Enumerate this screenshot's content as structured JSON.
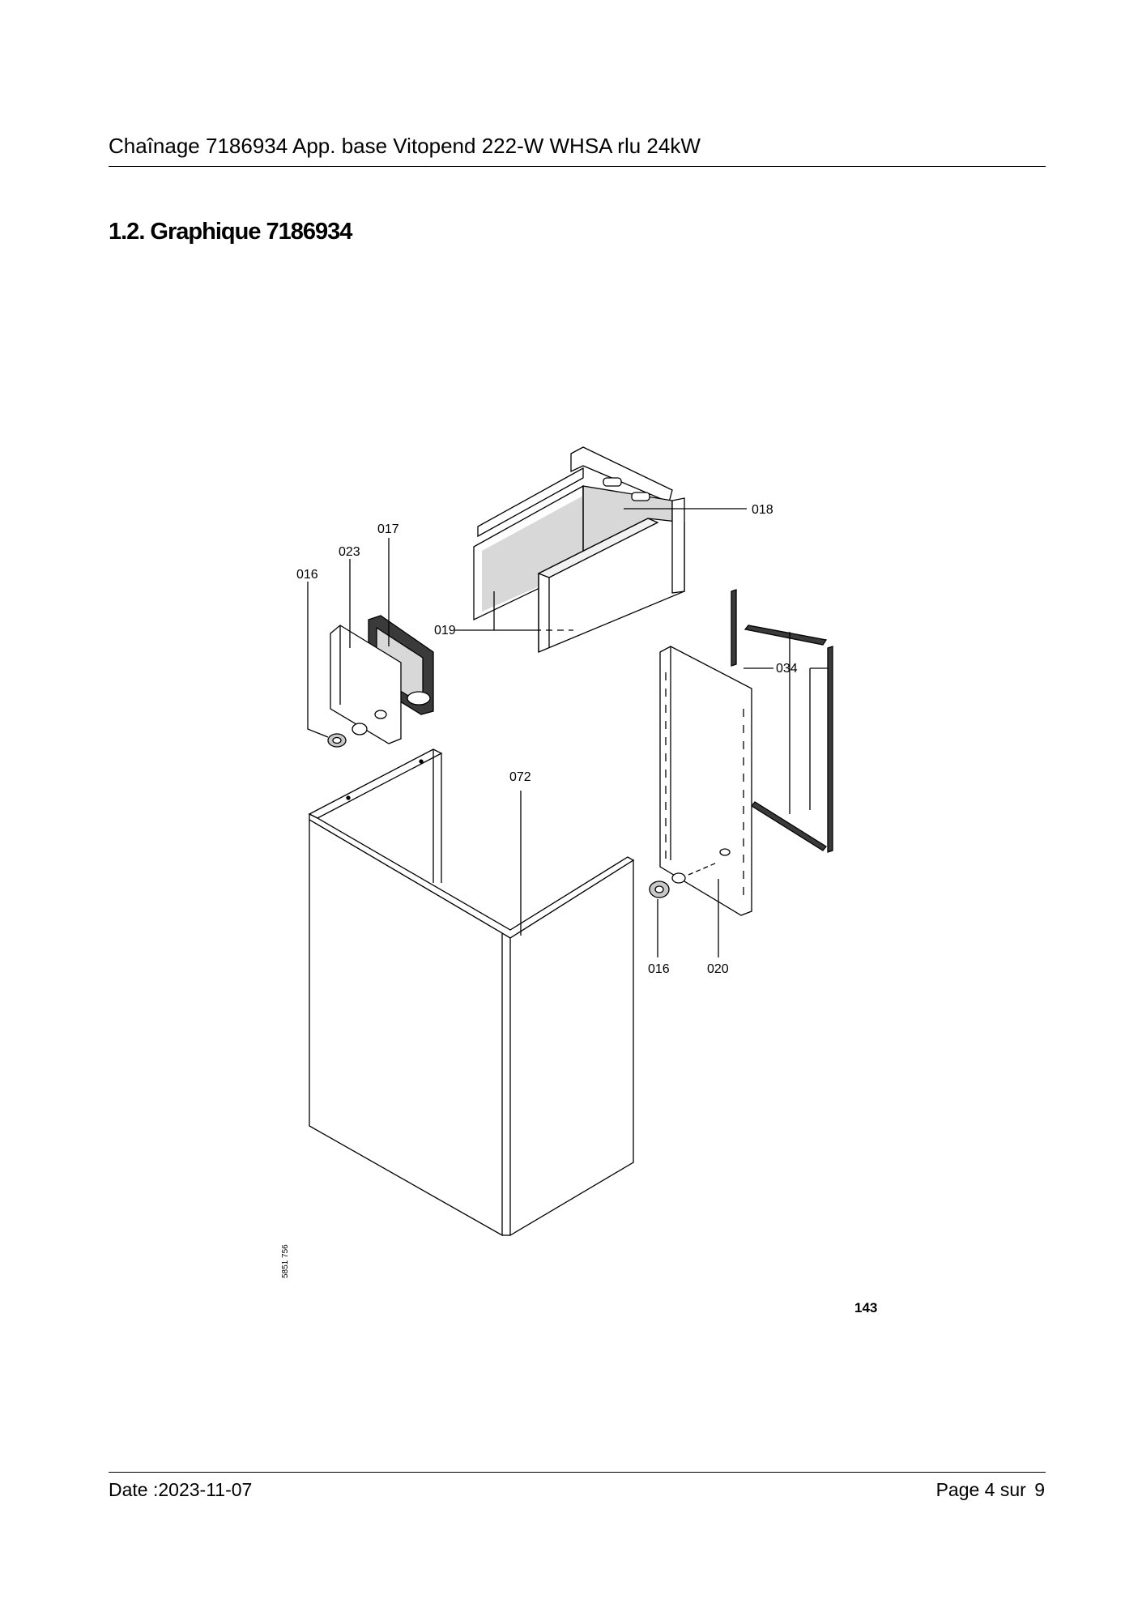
{
  "header": {
    "title": "Chaînage 7186934 App. base Vitopend 222-W WHSA rlu 24kW"
  },
  "section": {
    "title": "1.2. Graphique 7186934"
  },
  "drawing": {
    "callouts": [
      "018",
      "017",
      "023",
      "016",
      "019",
      "034",
      "072",
      "016",
      "020"
    ],
    "figure_number": "143",
    "drawing_id": "5851 756"
  },
  "footer": {
    "date": "Date :2023-11-07",
    "page_label": "Page 4 sur",
    "page_total": "9"
  },
  "colors": {
    "panel_fill": "#d8d8d8",
    "frame_dark": "#3a3a3a",
    "line": "#000000"
  }
}
